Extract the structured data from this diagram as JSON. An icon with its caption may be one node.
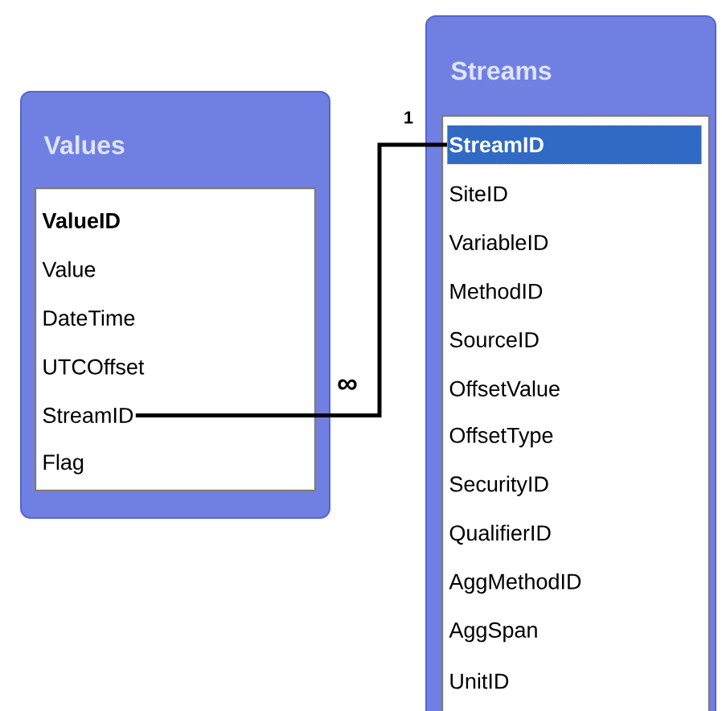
{
  "diagram": {
    "nodes": [
      {
        "text": [
          "Values"
        ]
      },
      {
        "text": [
          "ValueID"
        ],
        "in": 0
      },
      {
        "text": [
          "Value"
        ],
        "in": 0
      },
      {
        "text": [
          "DateTime"
        ],
        "in": 0
      },
      {
        "text": [
          "UTCOffset"
        ],
        "in": 0
      },
      {
        "text": [
          "StreamID"
        ],
        "in": 0
      },
      {
        "text": [
          "Flag"
        ],
        "in": 0
      },
      {
        "text": [
          "Streams"
        ]
      },
      {
        "text": [
          "StreamID"
        ],
        "in": 7
      },
      {
        "text": [
          "SiteID"
        ],
        "in": 7
      },
      {
        "text": [
          "VariableID"
        ],
        "in": 7
      },
      {
        "text": [
          "MethodID"
        ],
        "in": 7
      },
      {
        "text": [
          "SourceID"
        ],
        "in": 7
      },
      {
        "text": [
          "OffsetValue"
        ],
        "in": 7
      },
      {
        "text": [
          "OffsetType"
        ],
        "in": 7
      },
      {
        "text": [
          "SecurityID"
        ],
        "in": 7
      },
      {
        "text": [
          "QualifierID"
        ],
        "in": 7
      },
      {
        "text": [
          "AggMethodID"
        ],
        "in": 7
      },
      {
        "text": [
          "AggSpan"
        ],
        "in": 7
      },
      {
        "text": [
          "UnitID"
        ],
        "in": 7
      }
    ],
    "edges": [
      {
        "from": 5,
        "to": 8,
        "arrow": "none"
      }
    ],
    "labels": [
      "1",
      "∞"
    ]
  }
}
